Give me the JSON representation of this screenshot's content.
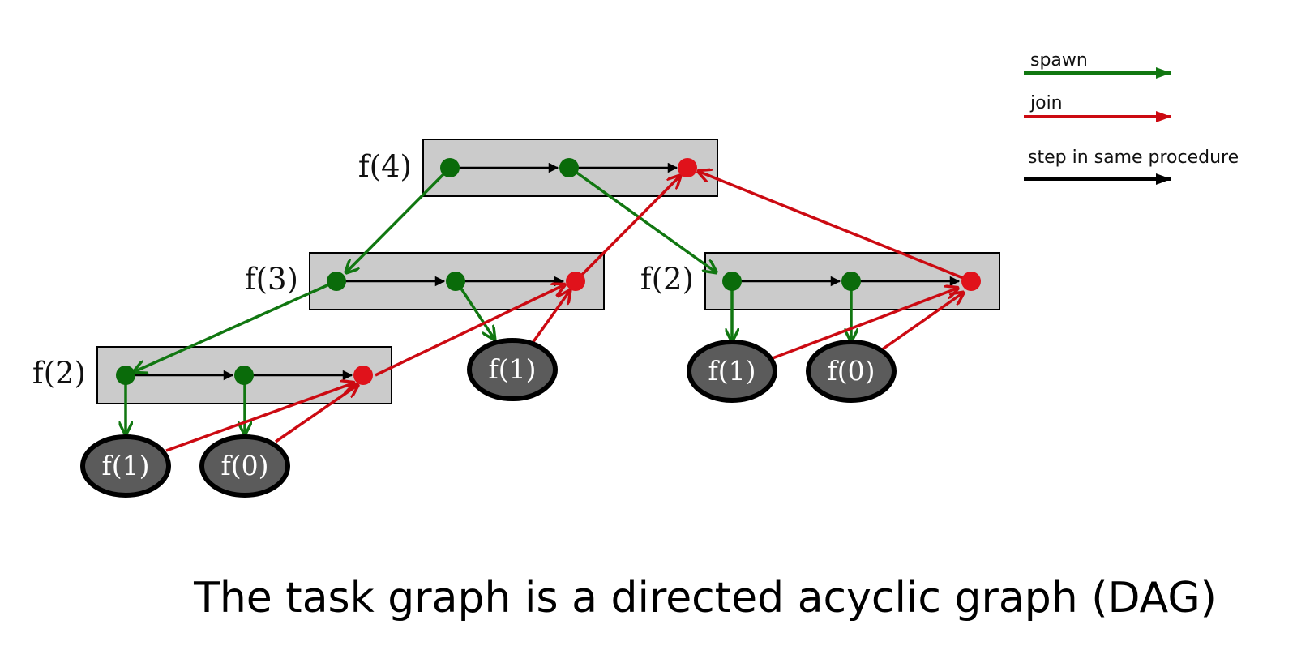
{
  "legend": {
    "spawn": {
      "label": "spawn",
      "color": "#117711"
    },
    "join": {
      "label": "join",
      "color": "#cc0a12"
    },
    "step": {
      "label": "step in same procedure",
      "color": "#000000"
    }
  },
  "caption": "The task graph is a directed acyclic graph (DAG)",
  "procedures": [
    {
      "label": "f(4)"
    },
    {
      "label": "f(3)"
    },
    {
      "label": "f(2)"
    },
    {
      "label": "f(2)"
    }
  ],
  "leaves": [
    {
      "label": "f(1)"
    },
    {
      "label": "f(1)"
    },
    {
      "label": "f(0)"
    },
    {
      "label": "f(1)"
    },
    {
      "label": "f(0)"
    }
  ]
}
